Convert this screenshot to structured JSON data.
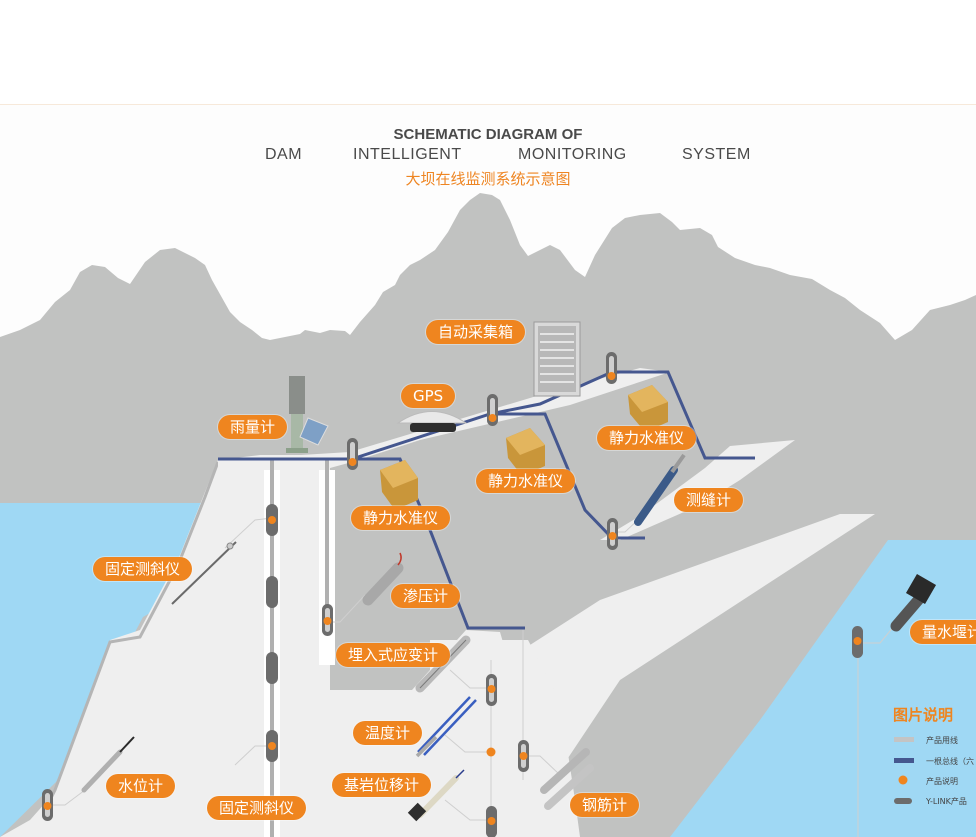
{
  "title": {
    "en_line1": "SCHEMATIC DIAGRAM OF",
    "en_words": [
      "DAM",
      "INTELLIGENT",
      "MONITORING",
      "SYSTEM"
    ],
    "cn": "大坝在线监测系统示意图"
  },
  "labels": {
    "data_logger": "自动采集箱",
    "gps": "GPS",
    "rain_gauge": "雨量计",
    "hydrostatic_level_1": "静力水准仪",
    "hydrostatic_level_2": "静力水准仪",
    "hydrostatic_level_3": "静力水准仪",
    "crack_meter": "测缝计",
    "fixed_inclinometer_1": "固定测斜仪",
    "fixed_inclinometer_2": "固定测斜仪",
    "piezometer": "渗压计",
    "strain_gauge": "埋入式应变计",
    "thermometer": "温度计",
    "bedrock_extensometer": "基岩位移计",
    "rebar_meter": "钢筋计",
    "water_level_gauge": "水位计",
    "weir_meter": "量水堰计"
  },
  "legend": {
    "title": "图片说明",
    "items": [
      {
        "label": "产品用线",
        "swatch": "light-line"
      },
      {
        "label": "一根总线（六",
        "swatch": "bus-line"
      },
      {
        "label": "产品说明",
        "swatch": "dot"
      },
      {
        "label": "Y-LINK产品",
        "swatch": "capsule"
      }
    ]
  },
  "colors": {
    "accent": "#ef851f",
    "bus_line": "#45578f",
    "mountain": "#c1c2c1",
    "water": "#9fd8f4",
    "dam_face": "#efefef",
    "capsule": "#6c6c6c",
    "title_text": "#4a4a4a"
  }
}
